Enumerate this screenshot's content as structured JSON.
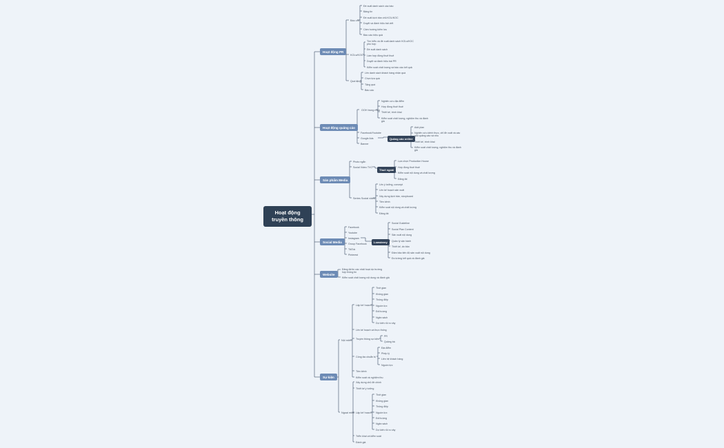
{
  "root": "Hoạt động truyền thông",
  "branches": {
    "pr": {
      "label": "Hoạt động PR",
      "bao_chi": {
        "label": "Báo chí",
        "items": [
          "Đề xuất danh sách các báo",
          "Bảng tin",
          "Đề xuất kịch bản chủ KOL/KOC",
          "Duyệt và đánh hiệu bài viết",
          "Cảm hướng kiếm lưu",
          "Báo cáo hiệu quả"
        ]
      },
      "kol": {
        "label": "KOLs/KOC",
        "items": [
          "Tìm hiểu và đề xuất danh sách KOLs/KOC phù hợp",
          "Đề xuất danh sách",
          "Làm hợp đồng thuê thuê",
          "Duyệt và đánh hiệu bài PR",
          "Kiểm soát chất lượng và báo cáo kết quả"
        ]
      },
      "quang_tang": {
        "label": "Quà tặng",
        "items": [
          "Lên danh sách khách hàng nhận quà",
          "Chọn lựa quà",
          "Tặng quà",
          "Báo cáo"
        ]
      }
    },
    "ads": {
      "label": "Hoạt động quảng cáo",
      "ooh": {
        "label": "OOH trong mùa",
        "items": [
          "Nghiên cứu địa điểm",
          "Hợp đồng thuê thuê",
          "Thiết kế, trình khai",
          "Kiểm soát chất lượng, nghiệm thu và đánh giá"
        ]
      },
      "channels": [
        "Facebook/Youtube",
        "Google Ads",
        "Banner"
      ],
      "dark": "Quảng cáo online",
      "dark_items": [
        "Add plan",
        "Nghiên cứu kênh thực, chỉ đề xuất và các giải quảng cáo và nhu",
        "Thiết kế, trình khai",
        "Kiểm soát chất lượng, nghiệm thu và đánh giá"
      ]
    },
    "media": {
      "label": "Sản phẩm Media",
      "photo": [
        "Photo ngắn",
        "Social Video TVC"
      ],
      "dark": "Thuê ngoài",
      "dark_items": [
        "Lựa chọn Production House",
        "Hợp đồng thuê thuê",
        "Kiểm soát nội dung và chất lượng",
        "Đăng tải"
      ],
      "series": {
        "label": "Series Social video",
        "items": [
          "Lên ý tưởng, concept",
          "Lên kế hoạch sản xuất",
          "Xây dựng kịch bản, storyboard",
          "Tiền kênh",
          "Kiểm soát nội dung và chất lượng",
          "Đăng tải"
        ]
      }
    },
    "social": {
      "label": "Social Media",
      "channels": [
        "Facebook",
        "Youtube",
        "Instagram",
        "Group Facebook",
        "TikTok",
        "Pinterest"
      ],
      "dark": "Lowsteery",
      "dark_items": [
        "Social Guideline",
        "Social Plan Content",
        "Sản xuất nội dung",
        "Quản lý vận hành",
        "Thiết kế, ấn bản",
        "Đảm bảo tiến độ sản xuất nội dung",
        "Đo lường kết quả và đánh giá"
      ]
    },
    "website": {
      "label": "Website",
      "items": [
        "Đăng tải tin các nhất hoạt dự trường hợp thông tin",
        "Kiểm soát chất lượng nội dung và đánh giá"
      ]
    },
    "event": {
      "label": "Sự kiện",
      "noi_mien": {
        "label": "Nội miền",
        "kh": {
          "label": "Lập kế hoạch",
          "items": [
            "Thời gian",
            "Không gian",
            "Thông điệp",
            "Nguồn lực",
            "Đối tượng",
            "Ngân sách",
            "Dự kiến rủi ro xảy"
          ]
        },
        "logistics": "Lên kế hoạch và thực thống",
        "truyen_thong": {
          "label": "Truyền thông sự kiện",
          "items": [
            "PR",
            "Quảng bá"
          ]
        },
        "chuan_bi": {
          "label": "Công tác chuẩn bị",
          "items": [
            "Địa điểm",
            "Phép lý",
            "Liên hệ khách hàng",
            "Nguồn lực"
          ]
        },
        "tien_kenh": "Tiền kênh",
        "kiem_soat": "Kiểm soát và nghiệm thu"
      },
      "ngoai_mien": {
        "label": "Ngoại miền",
        "top": [
          "Xây dựng chủ đề chính",
          "Thiết kế ý tưởng"
        ],
        "kh": {
          "label": "Lập kế hoạch",
          "items": [
            "Thời gian",
            "Không gian",
            "Thông điệp",
            "Nguồn lực",
            "Đối tượng",
            "Ngân sách",
            "Dự kiến rủi ro xảy"
          ]
        },
        "bottom": [
          "Triển khai và kiểm soát",
          "Đánh giá"
        ]
      }
    }
  },
  "colors": {
    "line": "#3c4c61",
    "main": "#6d8bb5",
    "root": "#2f4156",
    "bg": "#eef3f9"
  }
}
